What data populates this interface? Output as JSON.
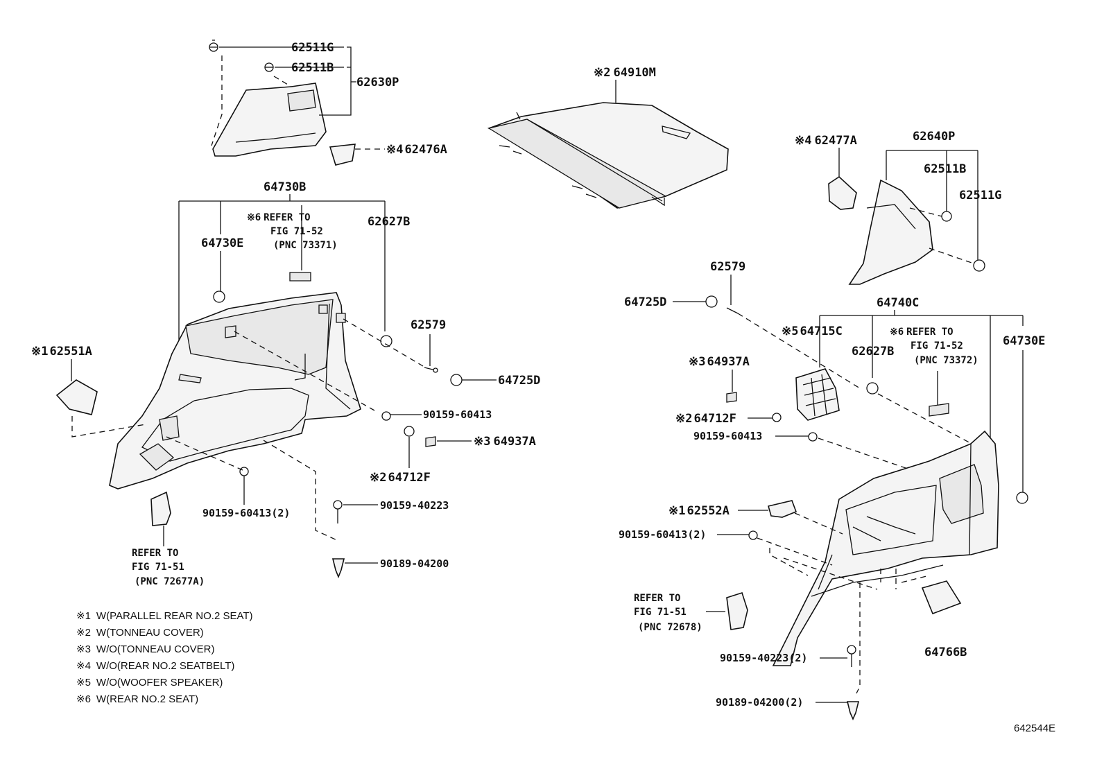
{
  "labels": {
    "p62511g_top": "62511G",
    "p62511b_top": "62511B",
    "p62630p": "62630P",
    "p62476a": "62476A",
    "p64910m": "64910M",
    "p62477a": "62477A",
    "p62640p": "62640P",
    "p62511b_right": "62511B",
    "p62511g_right": "62511G",
    "p64730b": "64730B",
    "p64730e_left": "64730E",
    "p62627b_left": "62627B",
    "p62579_left": "62579",
    "p64725d_left": "64725D",
    "p62551a": "62551A",
    "p90159_60413_left": "90159-60413",
    "p64937a_left": "64937A",
    "p64712f_left": "64712F",
    "p90159_60413_2_left": "90159-60413(2)",
    "p90159_40223_left": "90159-40223",
    "p90189_04200_left": "90189-04200",
    "p62579_right": "62579",
    "p64725d_right": "64725D",
    "p64740c": "64740C",
    "p64715c": "64715C",
    "p62627b_right": "62627B",
    "p64730e_right": "64730E",
    "p64937a_right": "64937A",
    "p64712f_right": "64712F",
    "p90159_60413_right": "90159-60413",
    "p62552a": "62552A",
    "p90159_60413_2_right": "90159-60413(2)",
    "p64766b": "64766B",
    "p90159_40223_2_right": "90159-40223(2)",
    "p90189_04200_2_right": "90189-04200(2)"
  },
  "markers": {
    "m1": "※1",
    "m2": "※2",
    "m3": "※3",
    "m4": "※4",
    "m5": "※5",
    "m6": "※6"
  },
  "refs": {
    "ref_73371": [
      "REFER TO",
      "FIG 71-52",
      "(PNC 73371)"
    ],
    "ref_72677a": [
      "REFER TO",
      "FIG 71-51",
      "(PNC 72677A)"
    ],
    "ref_73372": [
      "REFER TO",
      "FIG 71-52",
      "(PNC 73372)"
    ],
    "ref_72678": [
      "REFER TO",
      "FIG 71-51",
      "(PNC 72678)"
    ]
  },
  "notes": [
    {
      "marker": "※1",
      "text": "W(PARALLEL REAR NO.2 SEAT)"
    },
    {
      "marker": "※2",
      "text": "W(TONNEAU COVER)"
    },
    {
      "marker": "※3",
      "text": "W/O(TONNEAU COVER)"
    },
    {
      "marker": "※4",
      "text": "W/O(REAR NO.2 SEATBELT)"
    },
    {
      "marker": "※5",
      "text": "W/O(WOOFER SPEAKER)"
    },
    {
      "marker": "※6",
      "text": "W(REAR NO.2 SEAT)"
    }
  ],
  "figure_id": "642544E"
}
